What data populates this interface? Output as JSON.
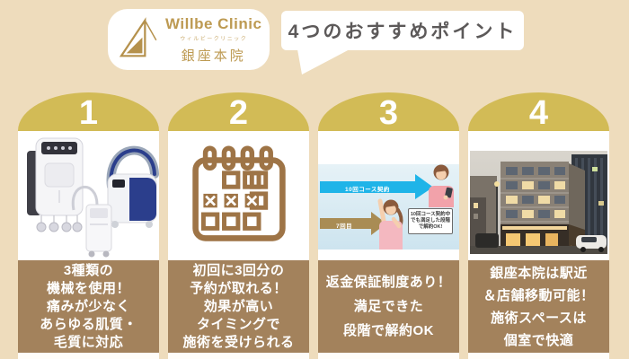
{
  "page": {
    "background": "#eedcbc",
    "accent_gold": "#d2bb56",
    "accent_brown": "#a3825c"
  },
  "header": {
    "logo": {
      "clinic_name": "Willbe Clinic",
      "clinic_kana": "ウィルビークリニック",
      "branch": "銀座本院"
    },
    "bubble_title": "4つのおすすめポイント"
  },
  "cards": [
    {
      "number": "1",
      "lines": [
        "3種類の",
        "機械を使用！",
        "痛みが少なく",
        "あらゆる肌質・",
        "毛質に対応"
      ]
    },
    {
      "number": "2",
      "lines": [
        "初回に3回分の",
        "予約が取れる！",
        "効果が高い",
        "タイミングで",
        "施術を受けられる"
      ]
    },
    {
      "number": "3",
      "lines": [
        "返金保証制度あり！",
        "満足できた",
        "段階で解約OK"
      ],
      "diagram": {
        "course_arrow_label": "10回コース契約",
        "session_arrow_label": "7回目",
        "note_lines": [
          "10回コース契約中",
          "でも満足した段階",
          "で解約OK!"
        ]
      }
    },
    {
      "number": "4",
      "lines": [
        "銀座本院は駅近",
        "＆店舗移動可能！",
        "施術スペースは",
        "個室で快適"
      ]
    }
  ]
}
